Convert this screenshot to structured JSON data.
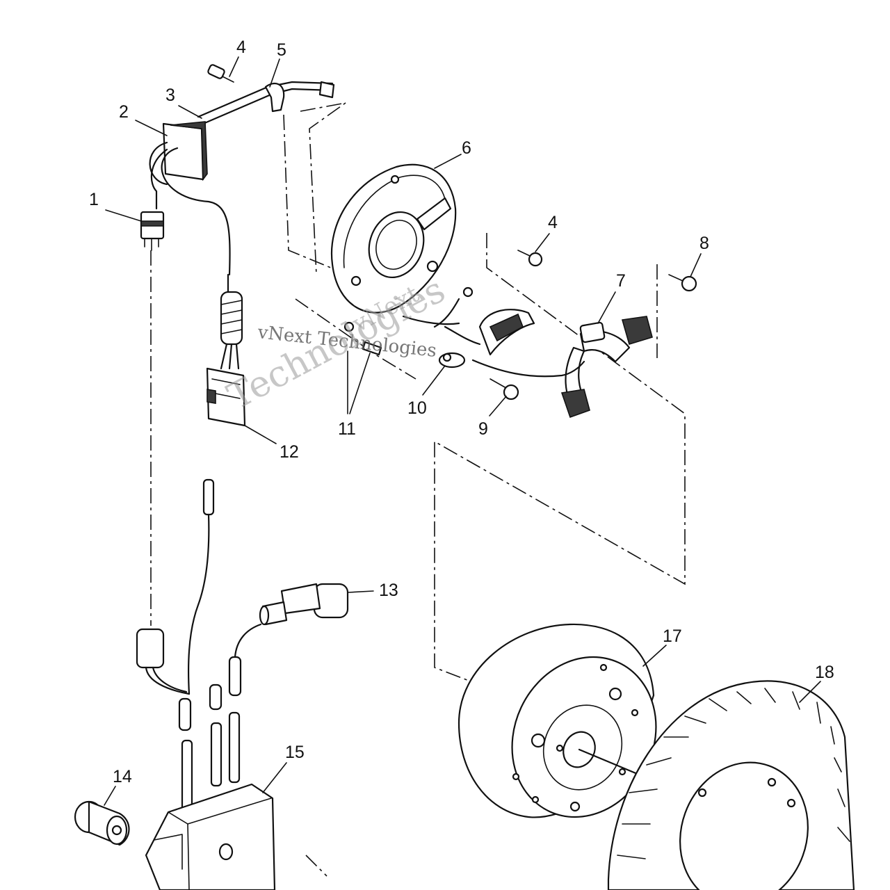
{
  "callouts": [
    {
      "id": "1",
      "label": "1"
    },
    {
      "id": "2",
      "label": "2"
    },
    {
      "id": "3",
      "label": "3"
    },
    {
      "id": "4a",
      "label": "4"
    },
    {
      "id": "5",
      "label": "5"
    },
    {
      "id": "6",
      "label": "6"
    },
    {
      "id": "4b",
      "label": "4"
    },
    {
      "id": "8",
      "label": "8"
    },
    {
      "id": "7",
      "label": "7"
    },
    {
      "id": "10",
      "label": "10"
    },
    {
      "id": "11",
      "label": "11"
    },
    {
      "id": "9",
      "label": "9"
    },
    {
      "id": "12",
      "label": "12"
    },
    {
      "id": "13",
      "label": "13"
    },
    {
      "id": "17",
      "label": "17"
    },
    {
      "id": "18",
      "label": "18"
    },
    {
      "id": "15",
      "label": "15"
    },
    {
      "id": "14",
      "label": "14"
    }
  ],
  "watermark": {
    "line1": "vNext",
    "line2": "vNext Technologies",
    "line3": "Technologies"
  }
}
